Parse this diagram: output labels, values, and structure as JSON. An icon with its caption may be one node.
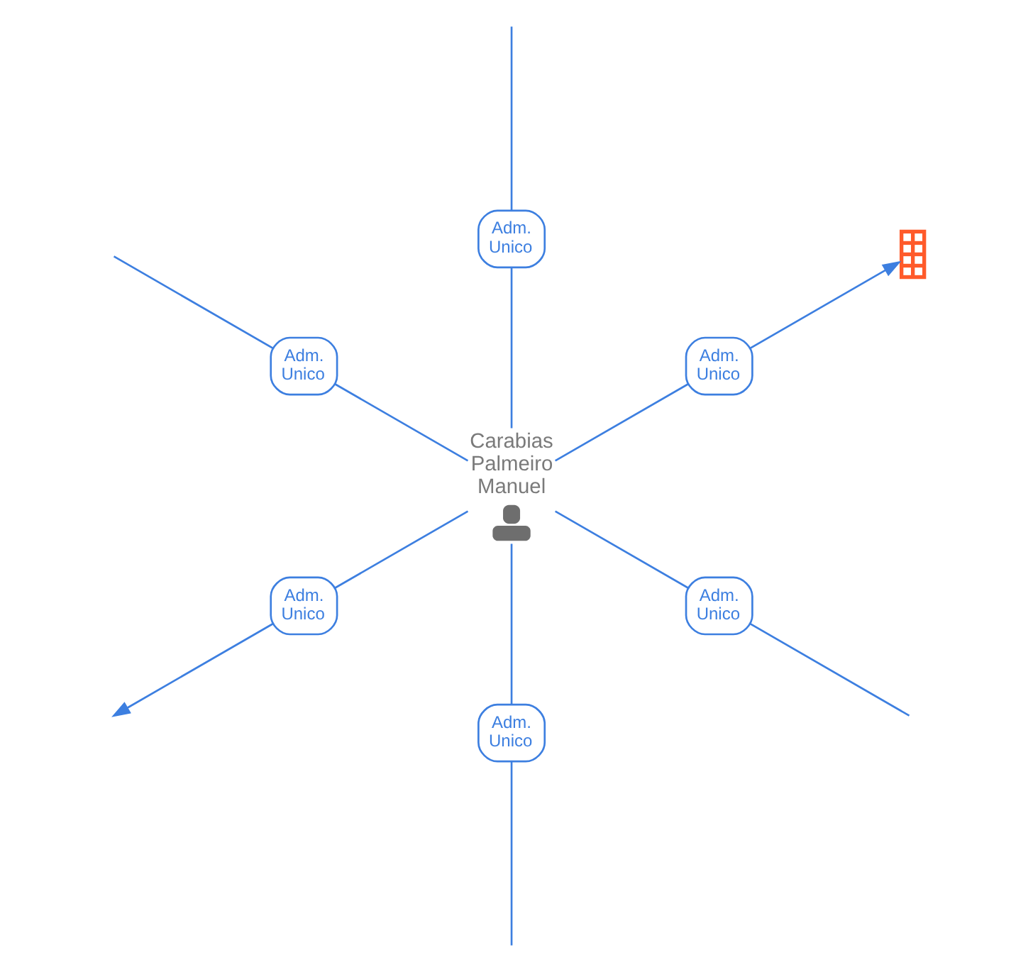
{
  "diagram": {
    "nodes": [
      {
        "text": [],
        "shape": "picture"
      },
      {
        "text": [
          "Carabias Palmeiro Manuel"
        ]
      }
    ],
    "edges": [
      {
        "from": 1,
        "to": null,
        "arrow": "none",
        "label": "Adm. Unico"
      },
      {
        "from": 1,
        "to": 0,
        "arrow": "to",
        "label": "Adm. Unico"
      },
      {
        "from": 1,
        "to": null,
        "arrow": "none",
        "label": "Adm. Unico"
      },
      {
        "from": 1,
        "to": null,
        "arrow": "none",
        "label": "Adm. Unico"
      },
      {
        "from": 1,
        "to": null,
        "arrow": "none",
        "label": "Adm. Unico"
      },
      {
        "from": 1,
        "to": null,
        "arrow": "to",
        "label": "Adm. Unico"
      }
    ]
  }
}
